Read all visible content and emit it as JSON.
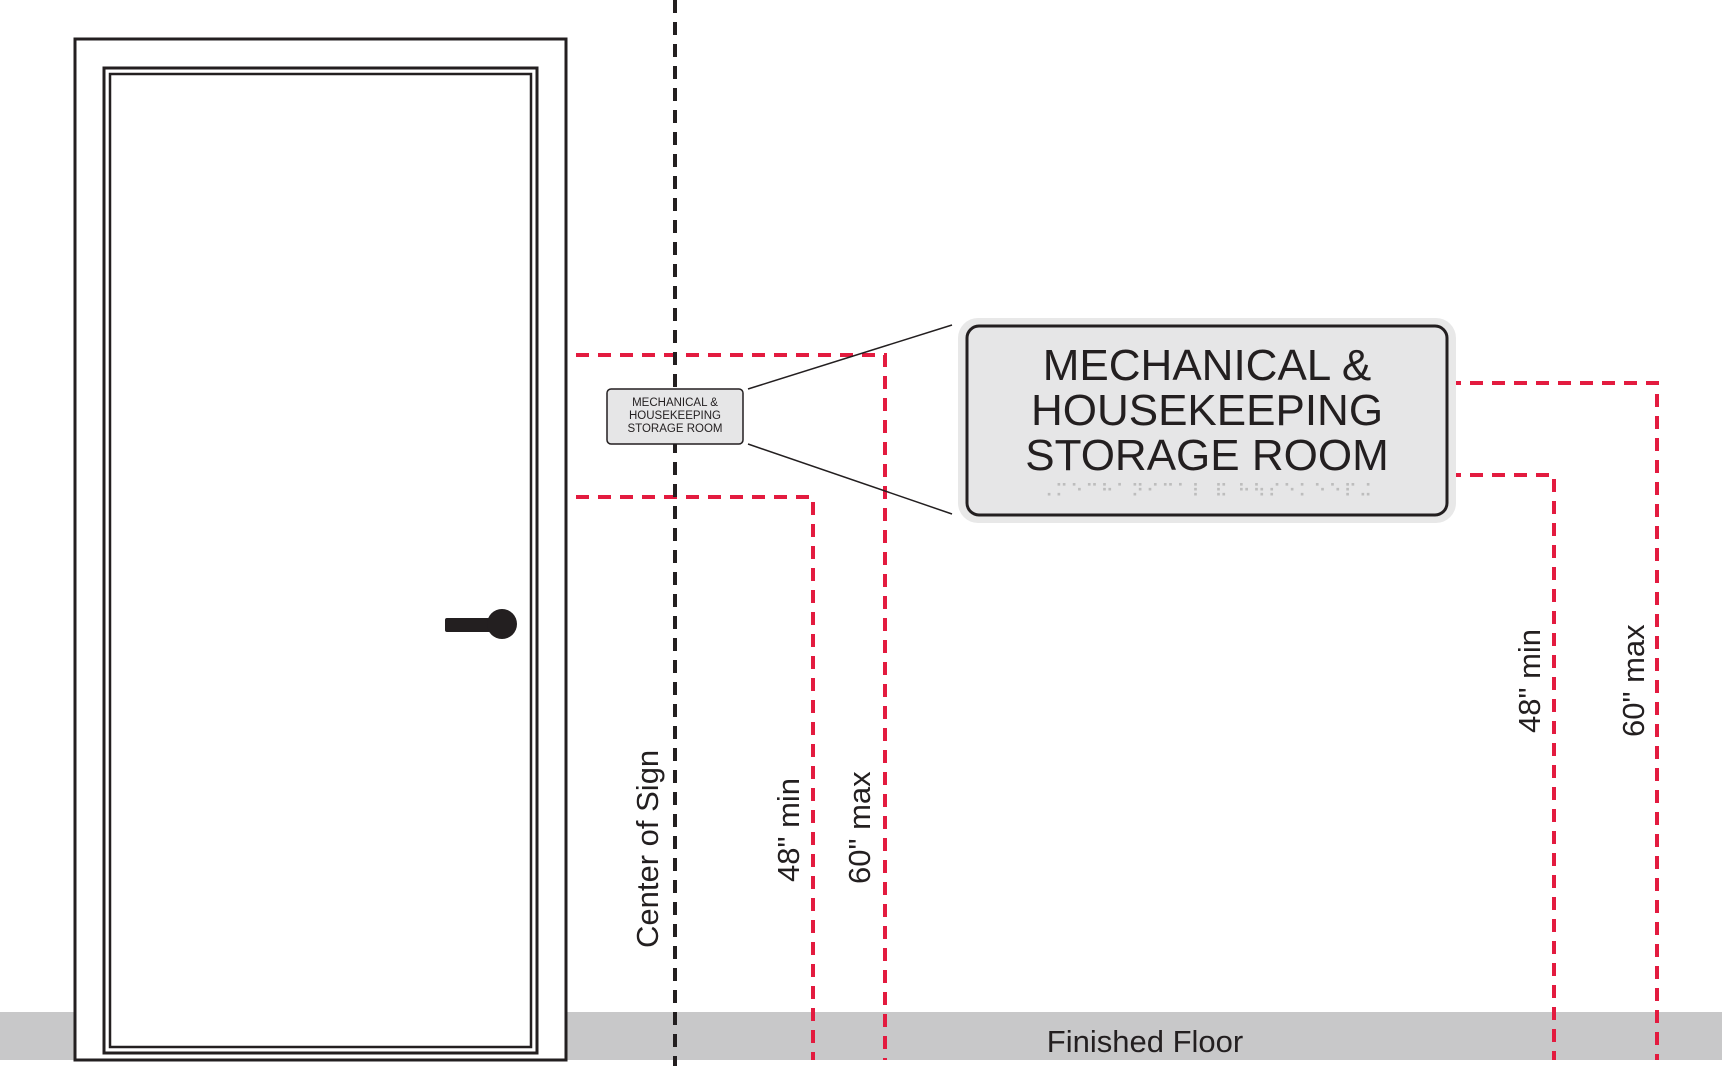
{
  "sign": {
    "lines": [
      "MECHANICAL &",
      "HOUSEKEEPING",
      "STORAGE ROOM"
    ],
    "braille": "⠠⠍⠑⠉⠓⠁⠝⠊⠉⠁⠇ ⠯ ⠓⠳⠎⠑⠅⠑⠑⠏⠬"
  },
  "labels": {
    "center_of_sign": "Center of Sign",
    "min_height": "48\" min",
    "max_height": "60\" max",
    "floor": "Finished Floor"
  },
  "colors": {
    "guide_red": "#e31b3f",
    "ink": "#231f20",
    "floor_gray": "#c8c8c9",
    "sign_face": "#e6e6e7",
    "sign_halo": "#e8e8e8"
  }
}
